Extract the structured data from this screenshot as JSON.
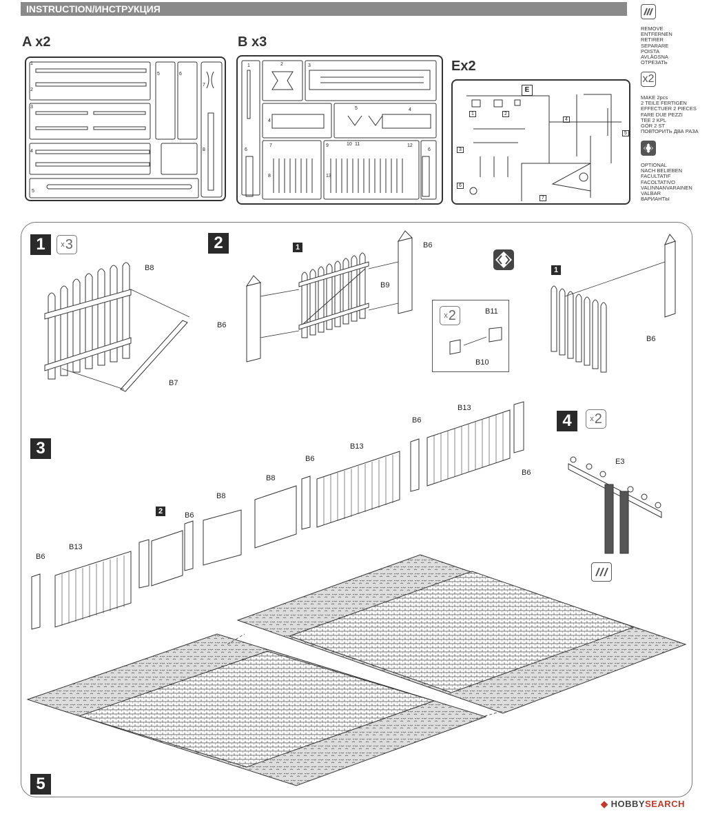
{
  "header": {
    "title": "INSTRUCTION/ИНСТРУКЦИЯ"
  },
  "sprues": {
    "a": {
      "title": "A x2",
      "numbers": [
        "1",
        "2",
        "3",
        "4",
        "5",
        "5",
        "6",
        "7",
        "8"
      ]
    },
    "b": {
      "title": "B x3",
      "numbers": [
        "1",
        "2",
        "3",
        "4",
        "5",
        "4",
        "6",
        "7",
        "8",
        "9",
        "10",
        "11",
        "12",
        "13",
        "6"
      ]
    },
    "e": {
      "title": "Ex2",
      "letter": "E",
      "numbers": [
        "1",
        "2",
        "3",
        "4",
        "5",
        "6",
        "7"
      ]
    }
  },
  "legend": {
    "remove": [
      "REMOVE",
      "ENTFERNEN",
      "RETIRER",
      "SEPARARE",
      "POISTA",
      "AVLÄGSNA",
      "ОТРЕЗАТЬ"
    ],
    "make2_badge": "x2",
    "make2": [
      "MAKE 2pcs",
      "2 TEILE FERTIGEN",
      "EFFECTUER 2 PIECES",
      "FARE DUE PEZZI",
      "TEE 2 KPL",
      "GÖR 2 ST",
      "ПОВТОРИТЬ ДВА РАЗА"
    ],
    "optional": [
      "OPTIONAL",
      "NACH BELIEBEN",
      "FACULTATIF",
      "FACOLTATIVO",
      "VALINNANVARAINEN",
      "VALBAR",
      "ВАРИАНТЫ"
    ]
  },
  "steps": [
    {
      "num": "1",
      "mult": "3",
      "labels": [
        "B8",
        "B7"
      ]
    },
    {
      "num": "2",
      "ref": "1",
      "labels": [
        "B6",
        "B6",
        "B9",
        "B11",
        "B10",
        "B6"
      ],
      "mult": "2",
      "ref2": "1"
    },
    {
      "num": "3",
      "ref": "2",
      "labels": [
        "B6",
        "B13",
        "B6",
        "B8",
        "B8",
        "B6",
        "B13",
        "B6",
        "B13",
        "B6"
      ]
    },
    {
      "num": "4",
      "mult": "2",
      "labels": [
        "E3"
      ]
    },
    {
      "num": "5"
    }
  ],
  "footer": {
    "brand": "HOBBY",
    "brand2": "SEARCH"
  },
  "colors": {
    "ink": "#1a1a1a",
    "header": "#8a8a8a",
    "footer_accent": "#c0392b"
  }
}
